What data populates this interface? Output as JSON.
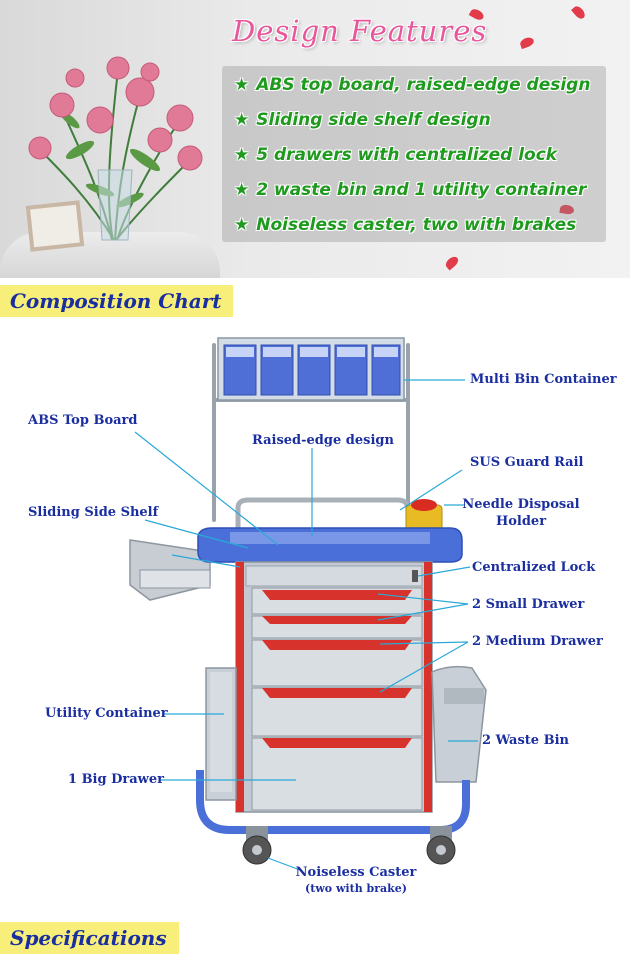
{
  "banner": {
    "title": "Design Features",
    "features": [
      {
        "icon": "star-icon",
        "text": "ABS top board, raised-edge design"
      },
      {
        "icon": "star-icon",
        "text": "Sliding side shelf design"
      },
      {
        "icon": "star-icon",
        "text": "5 drawers with centralized lock"
      },
      {
        "icon": "star-icon",
        "text": "2 waste bin and 1 utility container"
      },
      {
        "icon": "star-icon",
        "text": "Noiseless caster, two with brakes"
      }
    ],
    "star_glyph": "★"
  },
  "composition": {
    "heading": "Composition Chart",
    "labels": {
      "multi_bin": "Multi Bin Container",
      "abs_top": "ABS Top Board",
      "raised_edge": "Raised-edge design",
      "sus_rail": "SUS Guard Rail",
      "needle_l1": "Needle Disposal",
      "needle_l2": "Holder",
      "sliding_shelf": "Sliding Side Shelf",
      "central_lock": "Centralized Lock",
      "small_drawer": "2 Small Drawer",
      "medium_drawer": "2 Medium Drawer",
      "utility": "Utility Container",
      "waste_bin": "2 Waste Bin",
      "big_drawer": "1 Big Drawer",
      "caster_l1": "Noiseless Caster",
      "caster_l2": "(two with brake)"
    }
  },
  "specifications": {
    "heading": "Specifications"
  },
  "colors": {
    "accent_blue": "#1a2ea0",
    "feature_green": "#1f9a1f",
    "title_pink": "#e8569b",
    "heading_yellow": "#f7ef7a",
    "cart_blue": "#4a6fd8",
    "drawer_red": "#d8322c"
  }
}
